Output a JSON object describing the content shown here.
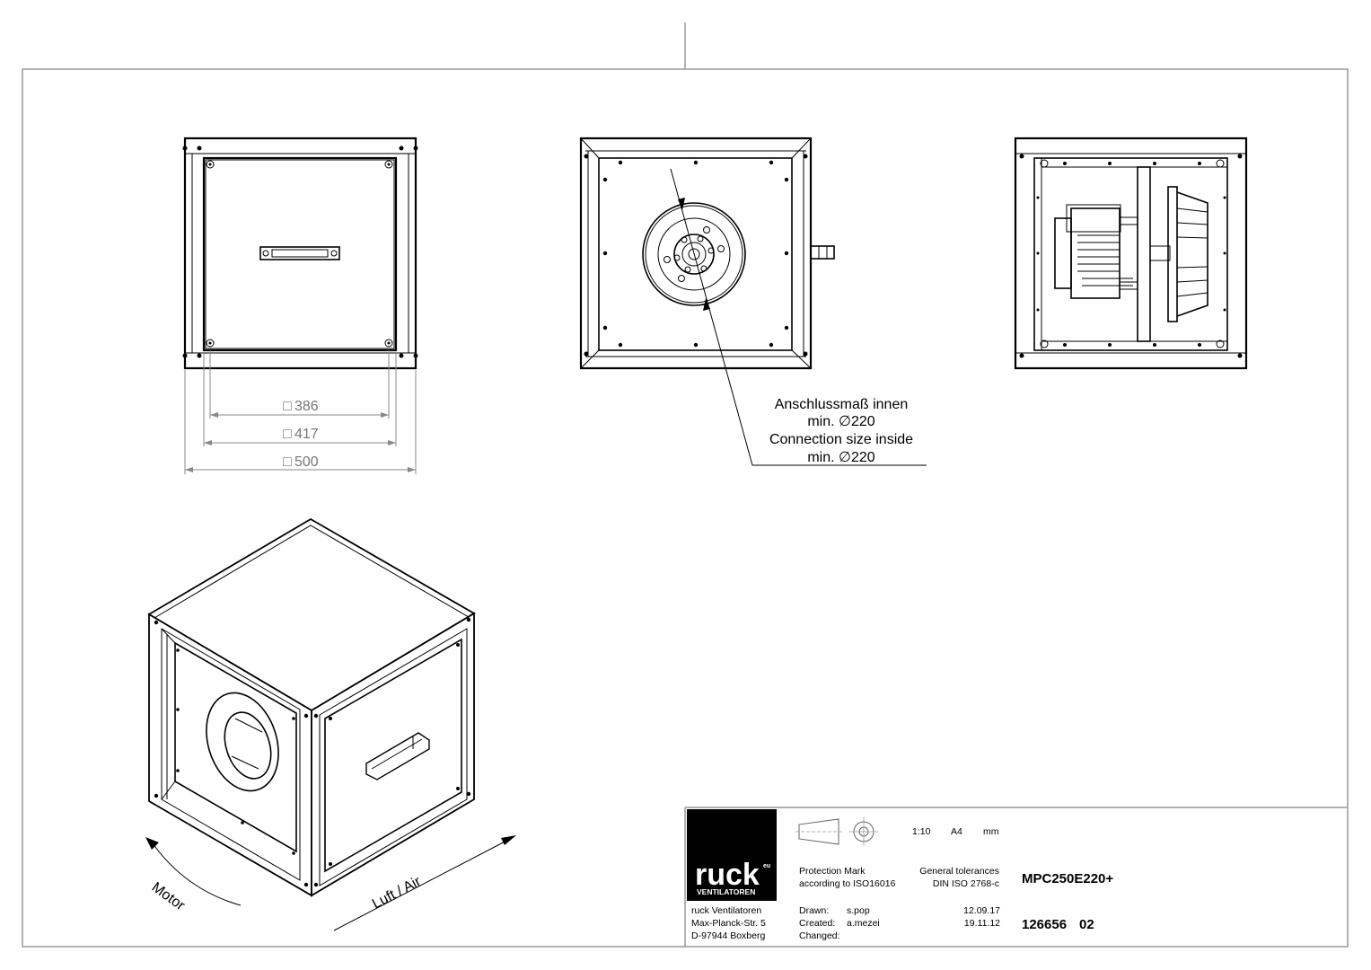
{
  "dimensions": {
    "inner": "386",
    "middle": "417",
    "outer": "500",
    "square_symbol": "□"
  },
  "connection_note": {
    "line1": "Anschlussmaß innen",
    "line2": "min. ∅220",
    "line3": "Connection size inside",
    "line4": "min. ∅220"
  },
  "iso_labels": {
    "motor": "Motor",
    "air": "Luft / Air"
  },
  "title_block": {
    "logo_main": "ruck",
    "logo_sup": "eu",
    "logo_sub": "VENTILATOREN",
    "scale": "1:10",
    "paper": "A4",
    "unit": "mm",
    "protection_line1": "Protection Mark",
    "protection_line2": "according to ISO16016",
    "tolerance_line1": "General tolerances",
    "tolerance_line2": "DIN ISO 2768-c",
    "model": "MPC250E220+",
    "company_line1": "ruck Ventilatoren",
    "company_line2": "Max-Planck-Str. 5",
    "company_line3": "D-97944 Boxberg",
    "drawn_label": "Drawn:",
    "drawn_by": "s.pop",
    "drawn_date": "12.09.17",
    "created_label": "Created:",
    "created_by": "a.mezei",
    "created_date": "19.11.12",
    "changed_label": "Changed:",
    "drawing_number": "126656",
    "revision": "02"
  }
}
